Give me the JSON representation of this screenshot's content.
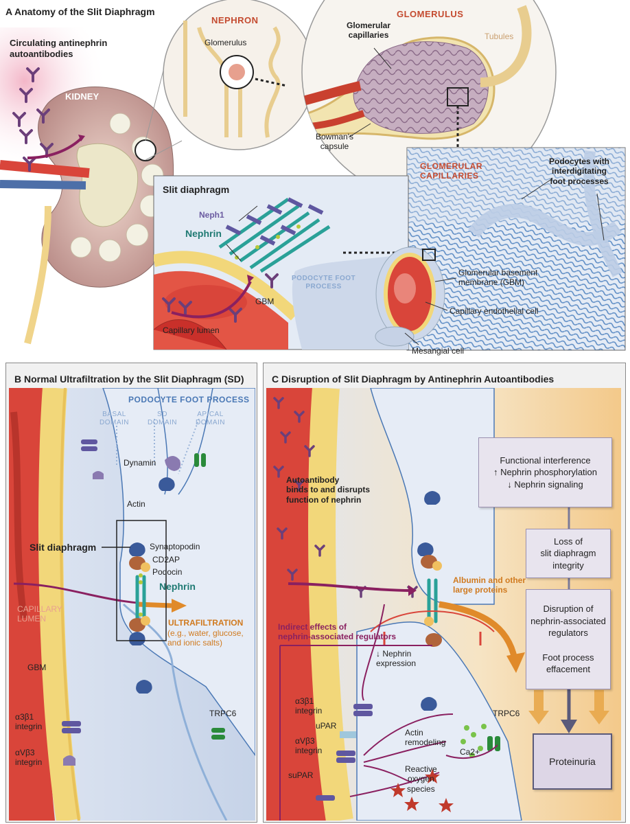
{
  "panelA": {
    "title": "A  Anatomy of the Slit Diaphragm",
    "circulating": "Circulating antinephrin\nautoantibodies",
    "kidney": "KIDNEY",
    "nephron": "NEPHRON",
    "glomerulus_small": "Glomerulus",
    "glomerulus": "GLOMERULUS",
    "tubules": "Tubules",
    "glom_capillaries": "Glomerular\ncapillaries",
    "bowmans": "Bowman's\ncapsule",
    "glom_capillaries_caps": "GLOMERULAR\nCAPILLARIES",
    "podocytes": "Podocytes with\ninterdigitating\nfoot processes",
    "slit_diaphragm": "Slit diaphragm",
    "neph1": "Neph1",
    "nephrin": "Nephrin",
    "podocyte_foot_process": "PODOCYTE FOOT\nPROCESS",
    "gbm": "GBM",
    "capillary_lumen": "Capillary lumen",
    "glom_basement": "Glomerular basement\nmembrane (GBM)",
    "capillary_endo": "Capillary endothelial cell",
    "mesangial": "Mesangial cell"
  },
  "panelB": {
    "title": "B  Normal Ultrafiltration by the Slit Diaphragm (SD)",
    "podocyte_foot_process": "PODOCYTE FOOT PROCESS",
    "basal_domain": "BASAL\nDOMAIN",
    "sd_domain": "SD\nDOMAIN",
    "apical_domain": "APICAL\nDOMAIN",
    "dynamin": "Dynamin",
    "actin": "Actin",
    "slit_diaphragm": "Slit diaphragm",
    "synaptopodin": "Synaptopodin",
    "cd2ap": "CD2AP",
    "podocin": "Podocin",
    "nephrin": "Nephrin",
    "capillary_lumen": "CAPILLARY\nLUMEN",
    "ultrafiltration": "ULTRAFILTRATION",
    "ultrafiltration_detail": "(e.g., water, glucose,\nand ionic salts)",
    "gbm": "GBM",
    "a3b1": "α3β1\nintegrin",
    "avb3": "αVβ3\nintegrin",
    "trpc6": "TRPC6"
  },
  "panelC": {
    "title": "C  Disruption of Slit Diaphragm by Antinephrin Autoantibodies",
    "autoantibody": "Autoantibody\nbinds to and disrupts\nfunction of nephrin",
    "albumin": "Albumin and other\nlarge proteins",
    "indirect": "Indirect effects of\nnephrin-associated regulators",
    "nephrin_expression": "↓ Nephrin\nexpression",
    "a3b1": "α3β1\nintegrin",
    "upar": "uPAR",
    "avb3": "αVβ3\nintegrin",
    "supar": "suPAR",
    "actin_remodeling": "Actin\nremodeling",
    "ros": "Reactive\noxygen\nspecies",
    "trpc6": "TRPC6",
    "ca": "Ca2+",
    "flow": [
      "Functional interference\n↑ Nephrin phosphorylation\n↓ Nephrin signaling",
      "Loss of\nslit diaphragm\nintegrity",
      "Disruption of\nnephrin-associated\nregulators\n\nFoot process\neffacement",
      "Proteinuria"
    ]
  },
  "colors": {
    "capillary_red": "#d9453a",
    "gbm_yellow": "#f2d77a",
    "podocyte_blue": "#c9d4e8",
    "antibody_purple": "#6b3f7a",
    "nephrin_teal": "#2aa198",
    "arrow_orange": "#e08a2a",
    "arrow_plum": "#8a2060",
    "flow_box": "#e8e4ee"
  }
}
